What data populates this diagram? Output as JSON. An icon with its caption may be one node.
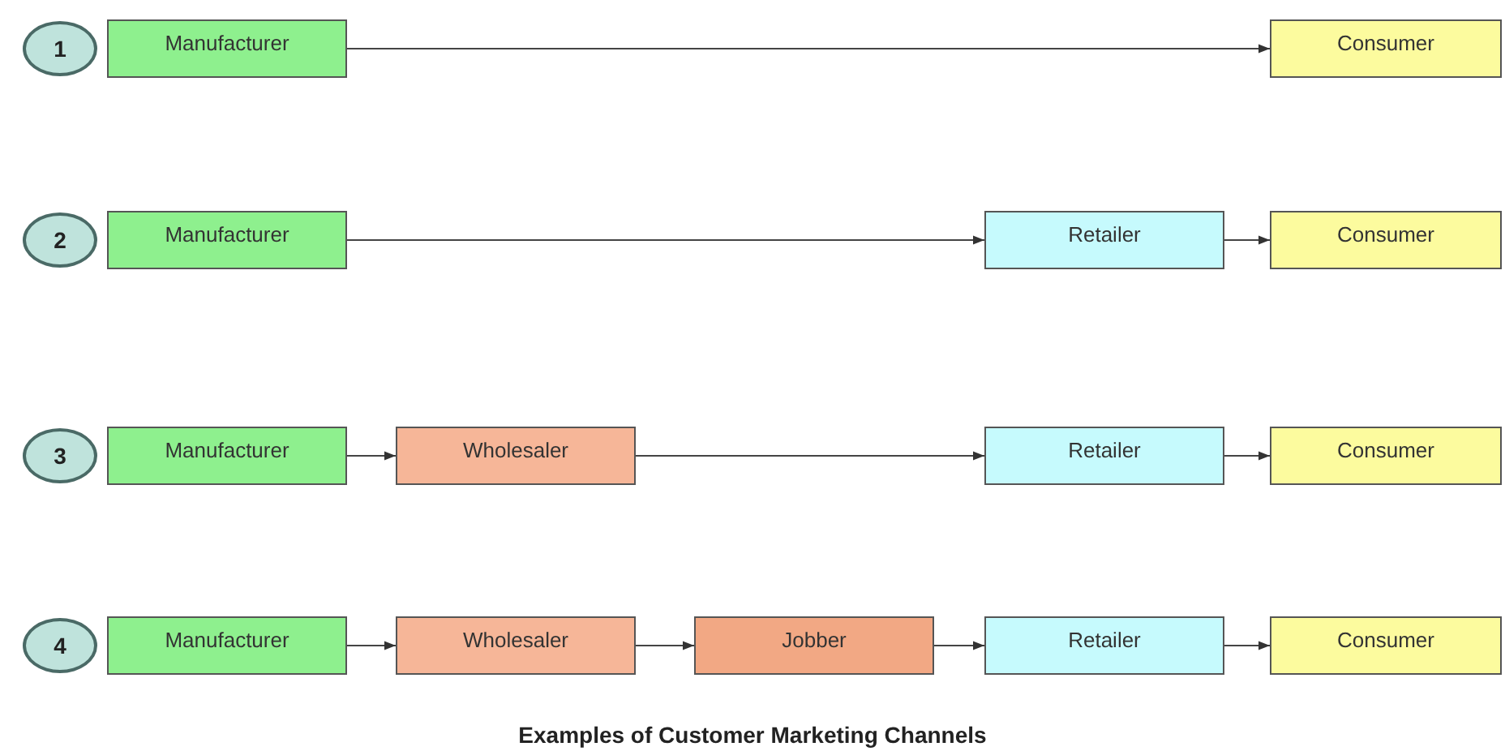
{
  "diagram": {
    "caption": "Examples of Customer Marketing Channels",
    "nodes": [
      {
        "text": [
          "1"
        ]
      },
      {
        "text": [
          "Manufacturer"
        ]
      },
      {
        "text": [
          "Consumer"
        ]
      },
      {
        "text": [
          "2"
        ]
      },
      {
        "text": [
          "Manufacturer"
        ]
      },
      {
        "text": [
          "Retailer"
        ]
      },
      {
        "text": [
          "Consumer"
        ]
      },
      {
        "text": [
          "3"
        ]
      },
      {
        "text": [
          "Manufacturer"
        ]
      },
      {
        "text": [
          "Wholesaler"
        ]
      },
      {
        "text": [
          "Retailer"
        ]
      },
      {
        "text": [
          "Consumer"
        ]
      },
      {
        "text": [
          "4"
        ]
      },
      {
        "text": [
          "Manufacturer"
        ]
      },
      {
        "text": [
          "Wholesaler"
        ]
      },
      {
        "text": [
          "Jobber"
        ]
      },
      {
        "text": [
          "Retailer"
        ]
      },
      {
        "text": [
          "Consumer"
        ]
      }
    ],
    "edges": [
      {
        "from": 1,
        "to": 2,
        "arrow": "to"
      },
      {
        "from": 4,
        "to": 5,
        "arrow": "to"
      },
      {
        "from": 5,
        "to": 6,
        "arrow": "to"
      },
      {
        "from": 8,
        "to": 9,
        "arrow": "to"
      },
      {
        "from": 9,
        "to": 10,
        "arrow": "to"
      },
      {
        "from": 10,
        "to": 11,
        "arrow": "to"
      },
      {
        "from": 13,
        "to": 14,
        "arrow": "to"
      },
      {
        "from": 14,
        "to": 15,
        "arrow": "to"
      },
      {
        "from": 15,
        "to": 16,
        "arrow": "to"
      },
      {
        "from": 16,
        "to": 17,
        "arrow": "to"
      }
    ]
  }
}
